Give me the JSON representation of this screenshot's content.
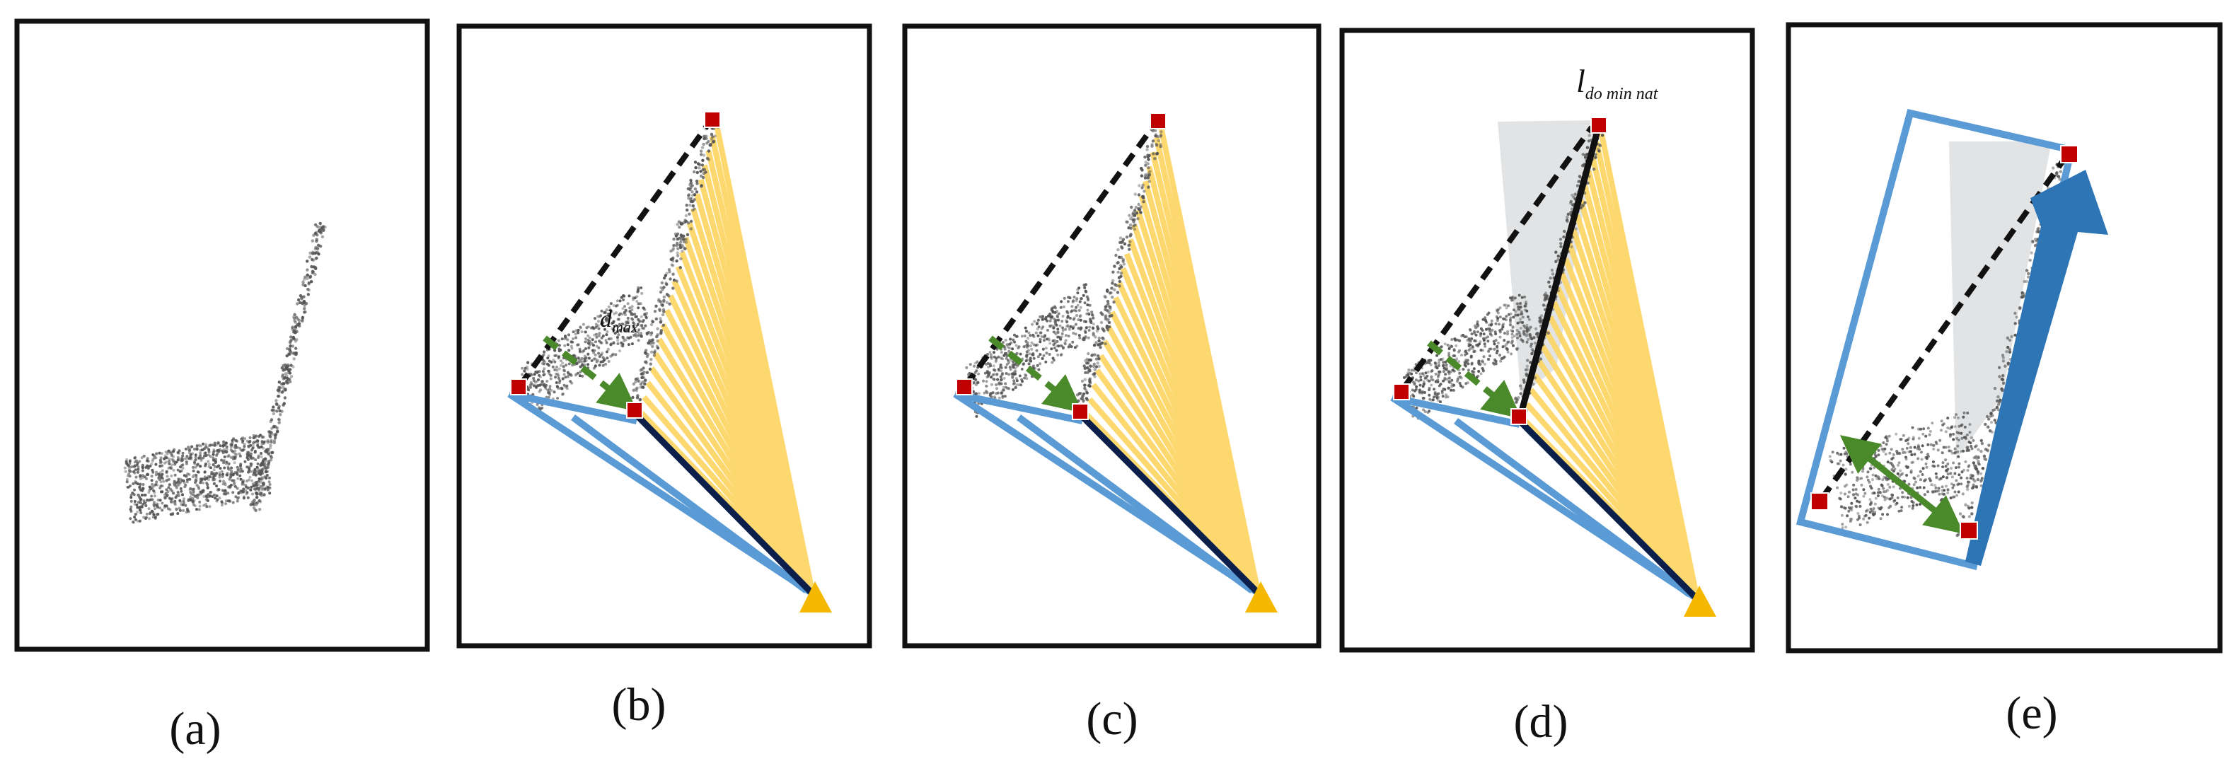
{
  "panels": [
    {
      "id": "a",
      "caption": "(a)"
    },
    {
      "id": "b",
      "caption": "(b)",
      "annotation": {
        "main": "d",
        "sub": "max"
      }
    },
    {
      "id": "c",
      "caption": "(c)"
    },
    {
      "id": "d",
      "caption": "(d)",
      "annotation": {
        "main": "l",
        "sub": "do min nat"
      }
    },
    {
      "id": "e",
      "caption": "(e)"
    }
  ],
  "colors": {
    "frame": "#111111",
    "sensor": "#f5b800",
    "rays": "#fcd668",
    "corner_marker": "#c00000",
    "hull_edge": "#5b9bd5",
    "dark_edge": "#0b1f4a",
    "diagonal_dashed": "#111111",
    "distance_arrow": "#4a8a2a",
    "heading_arrow": "#2e75b6",
    "fov_shade": "#d9dcdf",
    "points": "#555555"
  },
  "icons": {
    "sensor": "triangle-icon",
    "corner": "square-marker-icon"
  }
}
